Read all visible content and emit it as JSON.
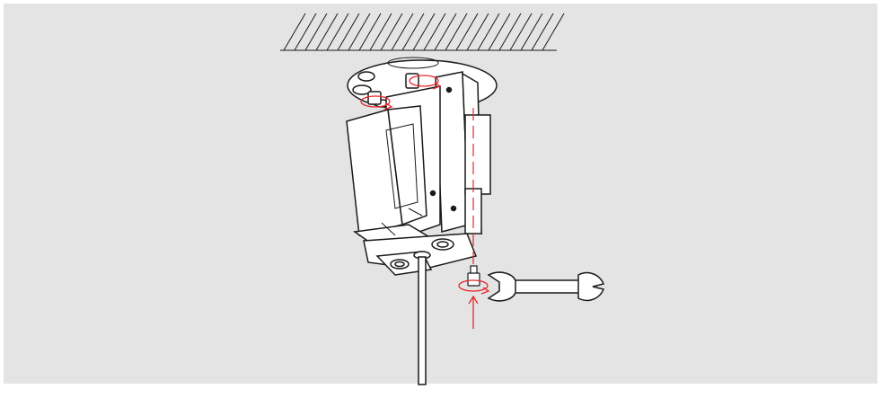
{
  "figure": {
    "background_color": "#e3e4e3",
    "line_color": "#1a1a1a",
    "accent_color": "#e8262b",
    "parts": [
      "ceiling-hatch",
      "mounting-plate",
      "device-housing",
      "side-bracket",
      "cable-rod",
      "screw",
      "wrench",
      "rotation-arrows",
      "direction-arrow"
    ]
  }
}
